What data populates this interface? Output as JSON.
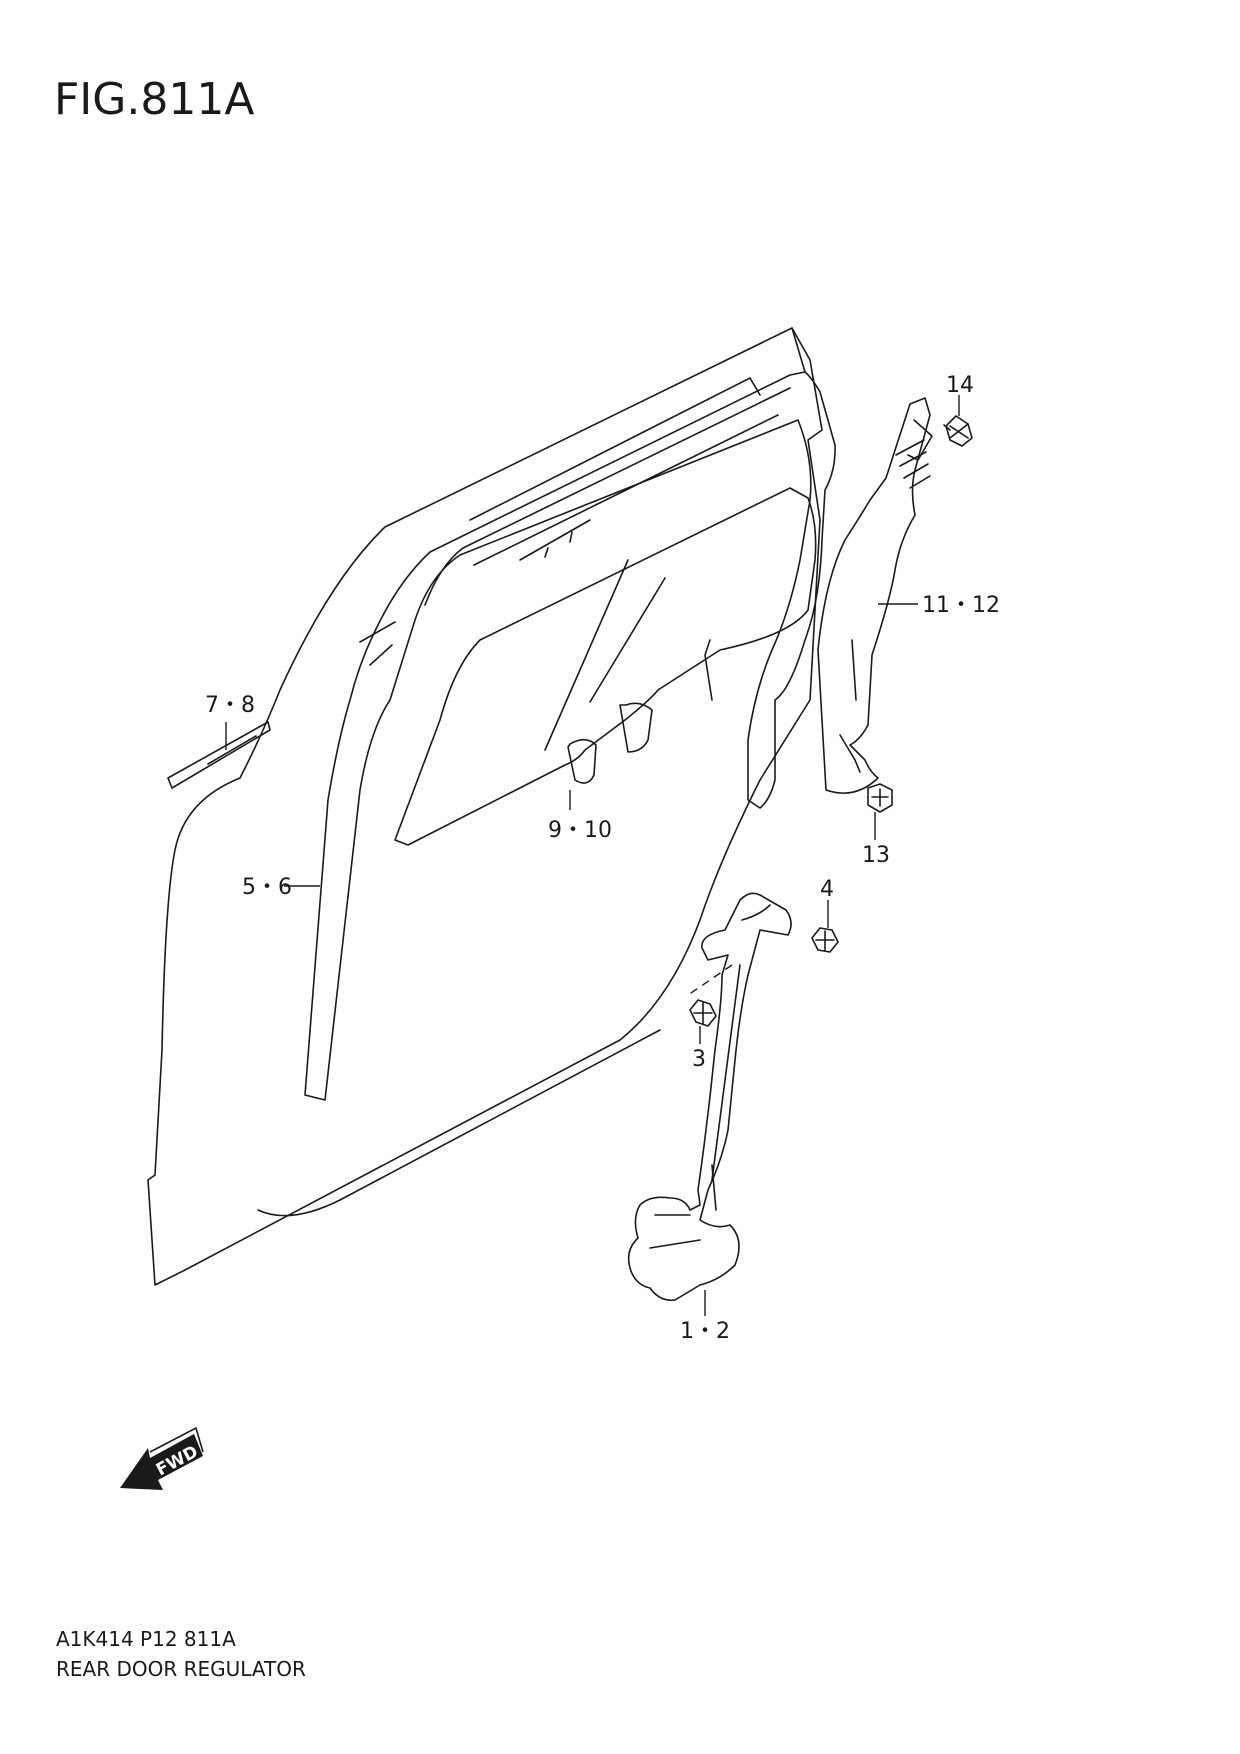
{
  "figure": {
    "title": "FIG.811A",
    "code": "A1K414 P12 811A",
    "name": "REAR DOOR REGULATOR"
  },
  "callouts": {
    "c14": "14",
    "c11_12": "11・12",
    "c7_8": "7・8",
    "c9_10": "9・10",
    "c13": "13",
    "c5_6": "5・6",
    "c4": "4",
    "c3": "3",
    "c1_2": "1・2"
  },
  "direction_badge": "FWD"
}
